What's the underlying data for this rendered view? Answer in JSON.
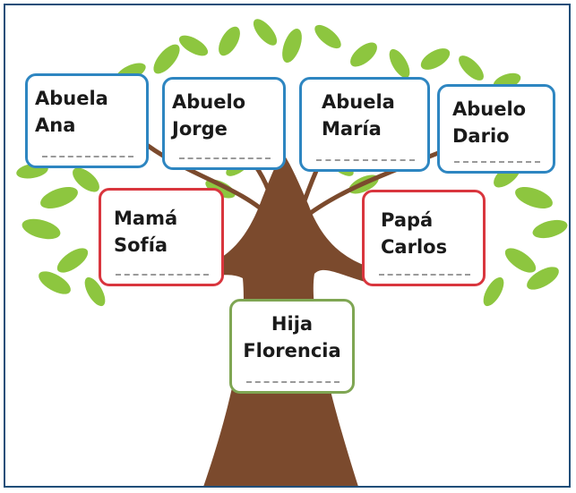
{
  "colors": {
    "grandparent_border": "#2e86c1",
    "parent_border": "#d9363e",
    "child_border": "#7fa653",
    "trunk": "#7b4a2d",
    "leaf": "#8dc63f"
  },
  "grandparents": [
    {
      "role": "Abuela",
      "name": "Ana"
    },
    {
      "role": "Abuelo",
      "name": "Jorge"
    },
    {
      "role": "Abuela",
      "name": "María"
    },
    {
      "role": "Abuelo",
      "name": "Dario"
    }
  ],
  "parents": [
    {
      "role": "Mamá",
      "name": "Sofía"
    },
    {
      "role": "Papá",
      "name": "Carlos"
    }
  ],
  "child": {
    "role": "Hija",
    "name": "Florencia"
  }
}
